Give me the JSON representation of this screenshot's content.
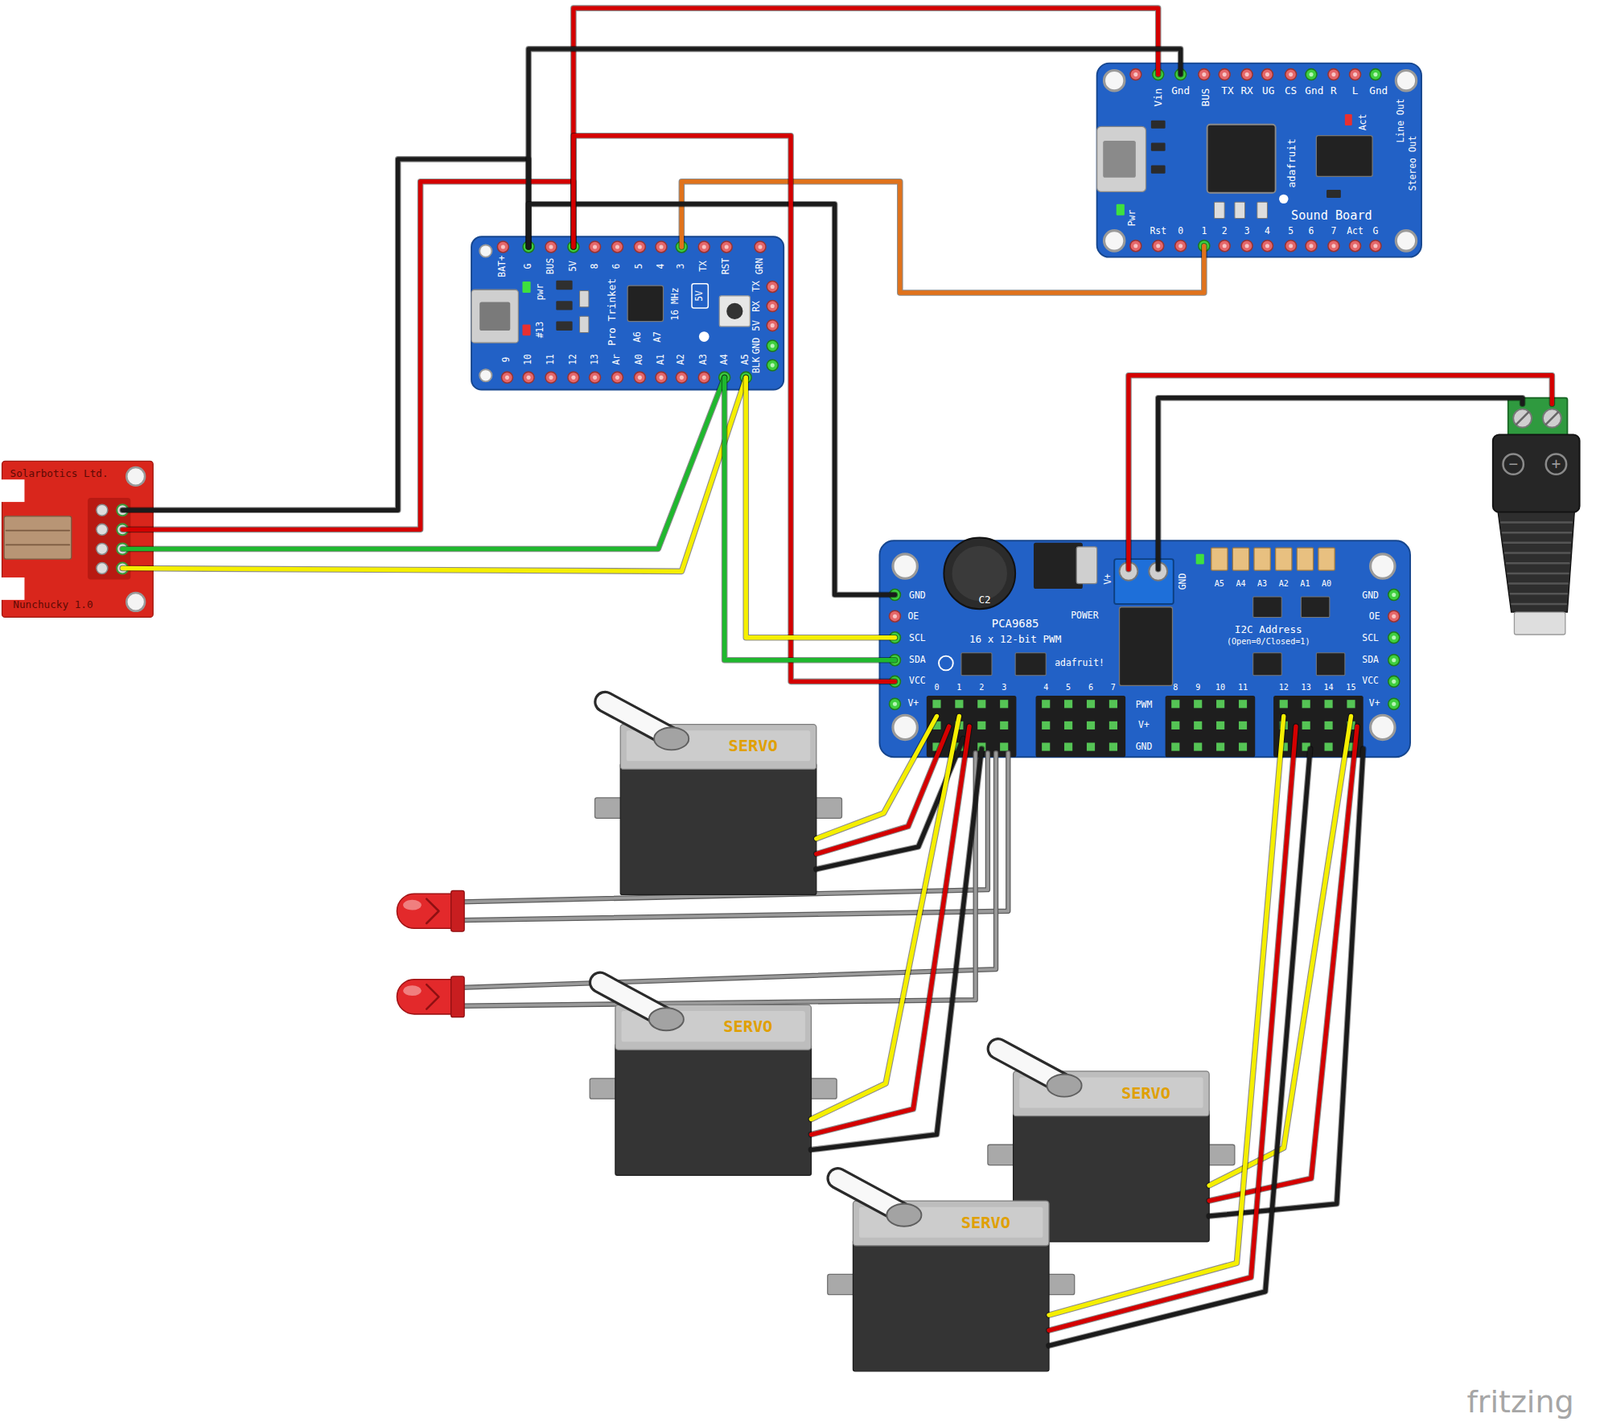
{
  "diagram": {
    "nodes": [
      {
        "text": [
          "Vin",
          "Gnd",
          "BUS",
          "TX",
          "RX",
          "UG",
          "CS",
          "Gnd",
          "R",
          "L",
          "Gnd",
          "Act",
          "Line Out",
          "Stereo Out",
          "adafruit",
          "Pwr",
          "Sound Board",
          "Rst",
          "0",
          "1",
          "2",
          "3",
          "4",
          "5",
          "6",
          "7",
          "Act",
          "G"
        ]
      },
      {
        "text": [
          "BAT+",
          "G",
          "BUS",
          "5V",
          "8",
          "6",
          "5",
          "4",
          "3",
          "TX",
          "RST",
          "GRN",
          "pwr",
          "#13",
          "Pro Trinket",
          "16 MHz",
          "5V",
          "A6",
          "A7",
          "TX",
          "RX",
          "5V",
          "GND",
          "BLK",
          "9",
          "10",
          "11",
          "12",
          "13",
          "Ar",
          "A0",
          "A1",
          "A2",
          "A3",
          "A4",
          "A5"
        ]
      },
      {
        "text": [
          "Solarbotics Ltd.",
          "Nunchucky 1.0"
        ]
      },
      {
        "text": [
          "−",
          "+"
        ]
      },
      {
        "text": [
          "C2",
          "POWER",
          "V+",
          "GND",
          "A5",
          "A4",
          "A3",
          "A2",
          "A1",
          "A0",
          "PCA9685",
          "16 x 12-bit PWM",
          "I2C Address",
          "(Open=0/Closed=1)",
          "adafruit!",
          "GND",
          "OE",
          "SCL",
          "SDA",
          "VCC",
          "V+",
          "GND",
          "OE",
          "SCL",
          "SDA",
          "VCC",
          "V+",
          "0",
          "1",
          "2",
          "3",
          "4",
          "5",
          "6",
          "7",
          "8",
          "9",
          "10",
          "11",
          "12",
          "13",
          "14",
          "15",
          "PWM",
          "V+",
          "GND"
        ]
      },
      {
        "text": [
          "SERVO"
        ]
      },
      {
        "text": [
          "SERVO"
        ]
      },
      {
        "text": [
          "SERVO"
        ]
      },
      {
        "text": [
          "SERVO"
        ]
      }
    ],
    "edges": [
      {
        "from": 2,
        "to": 1,
        "arrow": "none"
      },
      {
        "from": 2,
        "to": 1,
        "arrow": "none"
      },
      {
        "from": 2,
        "to": 1,
        "arrow": "none"
      },
      {
        "from": 2,
        "to": 1,
        "arrow": "none"
      },
      {
        "from": 1,
        "to": 0,
        "arrow": "none"
      },
      {
        "from": 1,
        "to": 0,
        "arrow": "none"
      },
      {
        "from": 1,
        "to": 0,
        "arrow": "none"
      },
      {
        "from": 1,
        "to": 4,
        "arrow": "none"
      },
      {
        "from": 1,
        "to": 4,
        "arrow": "none"
      },
      {
        "from": 1,
        "to": 4,
        "arrow": "none"
      },
      {
        "from": 1,
        "to": 4,
        "arrow": "none"
      },
      {
        "from": 3,
        "to": 4,
        "arrow": "none"
      },
      {
        "from": 3,
        "to": 4,
        "arrow": "none"
      },
      {
        "from": 5,
        "to": 4,
        "arrow": "none"
      },
      {
        "from": 5,
        "to": 4,
        "arrow": "none"
      },
      {
        "from": 5,
        "to": 4,
        "arrow": "none"
      },
      {
        "from": 6,
        "to": 4,
        "arrow": "none"
      },
      {
        "from": 6,
        "to": 4,
        "arrow": "none"
      },
      {
        "from": 6,
        "to": 4,
        "arrow": "none"
      },
      {
        "from": 7,
        "to": 4,
        "arrow": "none"
      },
      {
        "from": 7,
        "to": 4,
        "arrow": "none"
      },
      {
        "from": 7,
        "to": 4,
        "arrow": "none"
      },
      {
        "from": 8,
        "to": 4,
        "arrow": "none"
      },
      {
        "from": 8,
        "to": 4,
        "arrow": "none"
      },
      {
        "from": 8,
        "to": 4,
        "arrow": "none"
      }
    ],
    "labels": [
      "fritzing"
    ]
  }
}
